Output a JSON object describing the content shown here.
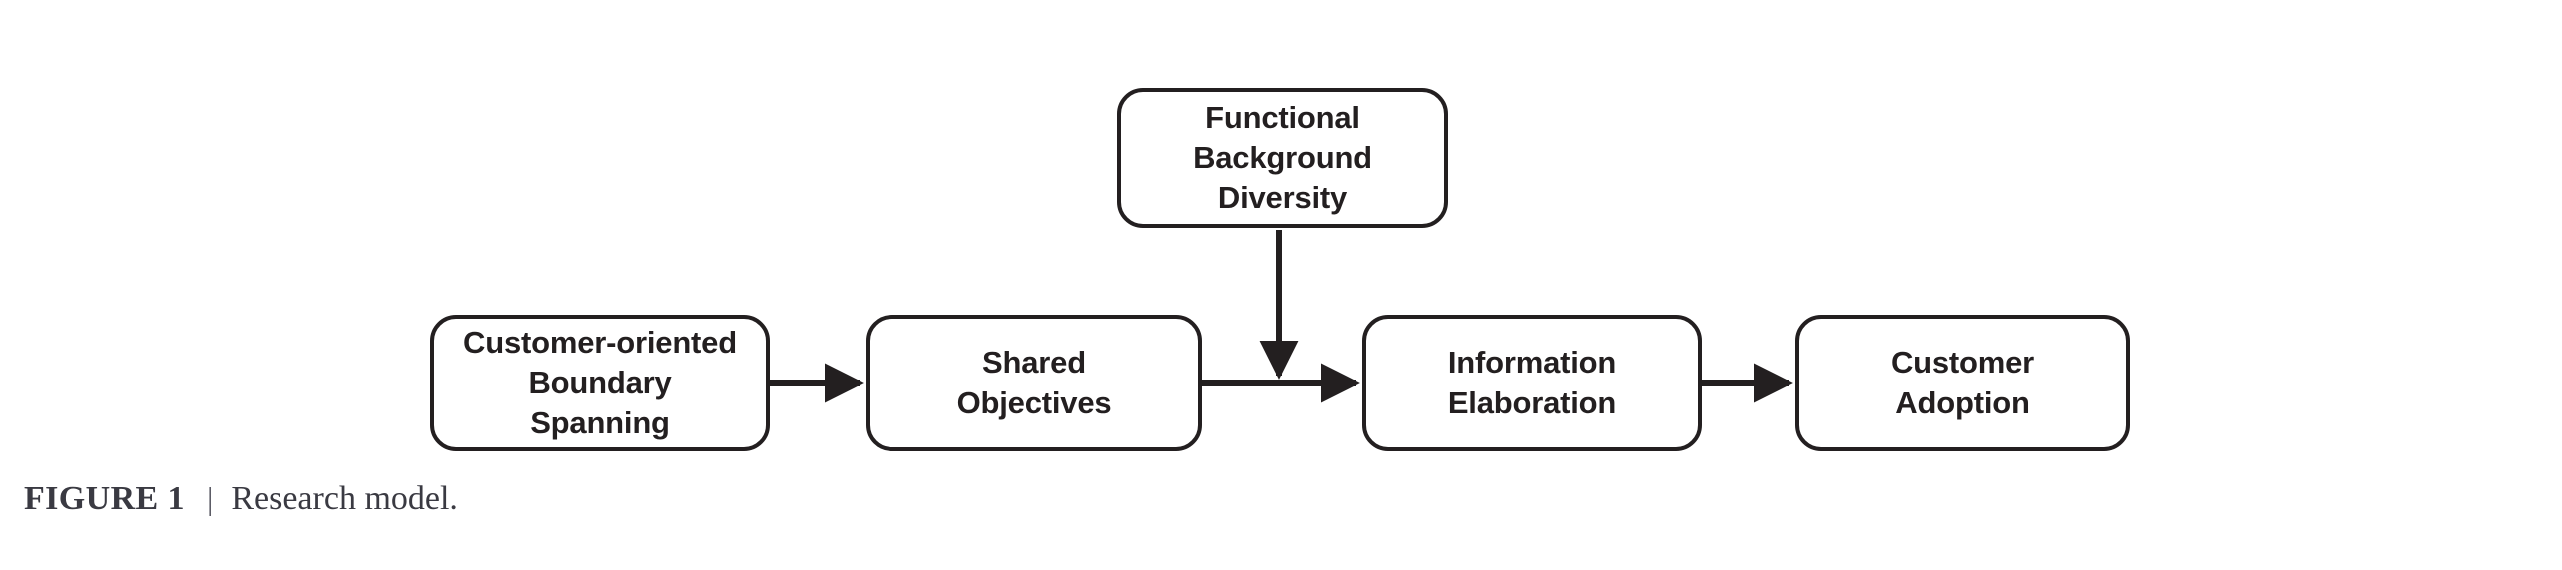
{
  "figure": {
    "caption_label": "FIGURE 1",
    "caption_separator": "|",
    "caption_text": "Research model.",
    "background_color": "#ffffff",
    "stroke_color": "#231f20",
    "text_color": "#231f20",
    "caption_color": "#3a3a42"
  },
  "diagram": {
    "type": "flow-diagram",
    "nodes": [
      {
        "id": "customer-oriented-boundary-spanning",
        "label": "Customer-oriented\nBoundary\nSpanning",
        "lines": [
          "Customer-oriented",
          "Boundary",
          "Spanning"
        ],
        "shape": "rounded-rectangle",
        "row": "main",
        "order": 1
      },
      {
        "id": "shared-objectives",
        "label": "Shared\nObjectives",
        "lines": [
          "Shared",
          "Objectives"
        ],
        "shape": "rounded-rectangle",
        "row": "main",
        "order": 2
      },
      {
        "id": "functional-background-diversity",
        "label": "Functional\nBackground\nDiversity",
        "lines": [
          "Functional",
          "Background",
          "Diversity"
        ],
        "shape": "rounded-rectangle",
        "row": "moderator",
        "order": 0
      },
      {
        "id": "information-elaboration",
        "label": "Information\nElaboration",
        "lines": [
          "Information",
          "Elaboration"
        ],
        "shape": "rounded-rectangle",
        "row": "main",
        "order": 3
      },
      {
        "id": "customer-adoption",
        "label": "Customer\nAdoption",
        "lines": [
          "Customer",
          "Adoption"
        ],
        "shape": "rounded-rectangle",
        "row": "main",
        "order": 4
      }
    ],
    "edges": [
      {
        "id": "edge-cobs-to-so",
        "from": "customer-oriented-boundary-spanning",
        "to": "shared-objectives",
        "direction": "right",
        "style": "solid-arrow"
      },
      {
        "id": "edge-so-to-ie",
        "from": "shared-objectives",
        "to": "information-elaboration",
        "direction": "right",
        "style": "solid-arrow"
      },
      {
        "id": "edge-ie-to-ca",
        "from": "information-elaboration",
        "to": "customer-adoption",
        "direction": "right",
        "style": "solid-arrow"
      },
      {
        "id": "edge-fbd-moderates-so-ie",
        "from": "functional-background-diversity",
        "to": "edge-so-to-ie",
        "direction": "down",
        "style": "solid-arrow-moderator"
      }
    ]
  }
}
